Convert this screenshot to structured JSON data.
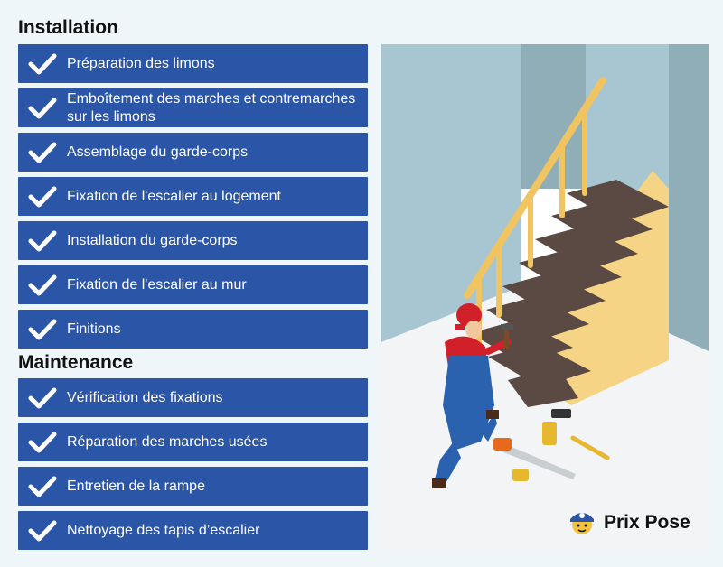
{
  "installation": {
    "title": "Installation",
    "items": [
      {
        "label": "Préparation des limons"
      },
      {
        "label": "Emboîtement des marches et contremarches sur les limons"
      },
      {
        "label": "Assemblage du garde-corps"
      },
      {
        "label": "Fixation de l'escalier au logement"
      },
      {
        "label": "Installation du garde-corps"
      },
      {
        "label": "Fixation de l'escalier au mur"
      },
      {
        "label": "Finitions"
      }
    ]
  },
  "maintenance": {
    "title": "Maintenance",
    "items": [
      {
        "label": "Vérification des fixations"
      },
      {
        "label": "Réparation des marches usées"
      },
      {
        "label": "Entretien de la rampe"
      },
      {
        "label": "Nettoyage des tapis d’escalier"
      }
    ]
  },
  "brand": {
    "name": "Prix Pose"
  },
  "colors": {
    "item_background": "#2b55a6",
    "page_background": "#eef6fa",
    "wall": "#a8c6d2",
    "stair_side": "#f5d486",
    "tread": "#5a4a43",
    "worker_shirt": "#d1202a",
    "worker_overalls": "#2b62b0"
  }
}
